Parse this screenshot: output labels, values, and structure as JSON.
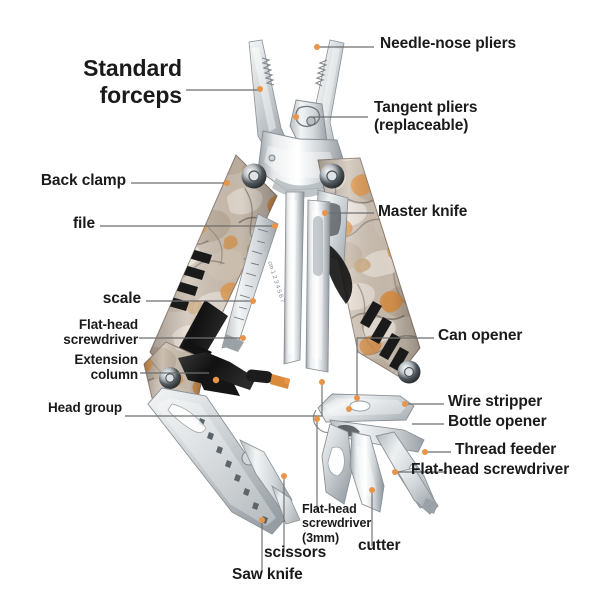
{
  "figure": {
    "title": "Multitool parts diagram",
    "background_color": "#ffffff",
    "label_color": "#1a1a1a",
    "leader_line_color": "#6e6e6e",
    "marker_dot_color": "#e8954a",
    "camo_base_color": "#c9b8a8",
    "camo_accent_color": "#e0913f",
    "steel_light_color": "#e9ecee",
    "steel_mid_color": "#c2c7cb",
    "steel_dark_color": "#8f979d",
    "black_part_color": "#1d1d1d"
  },
  "labels": {
    "standard_forceps": "Standard\nforceps",
    "needle_nose_pliers": "Needle-nose pliers",
    "tangent_pliers": "Tangent pliers\n(replaceable)",
    "back_clamp": "Back clamp",
    "file": "file",
    "master_knife": "Master knife",
    "scale": "scale",
    "flat_head_screwdriver": "Flat-head\nscrewdriver",
    "extension_column": "Extension\ncolumn",
    "head_group": "Head group",
    "can_opener": "Can opener",
    "wire_stripper": "Wire stripper",
    "bottle_opener": "Bottle opener",
    "thread_feeder": "Thread feeder",
    "flat_head_screwdriver_right": "Flat-head screwdriver",
    "flat_head_screwdriver_3mm": "Flat-head\nscrewdriver\n(3mm)",
    "cutter": "cutter",
    "scissors": "scissors",
    "saw_knife": "Saw knife"
  },
  "callout_items": [
    {
      "key": "standard_forceps",
      "text": "Standard\nforceps",
      "size": "big",
      "align": "right"
    },
    {
      "key": "needle_nose_pliers",
      "text": "Needle-nose pliers",
      "size": "mid",
      "align": "left"
    },
    {
      "key": "tangent_pliers",
      "text": "Tangent pliers\n(replaceable)",
      "size": "mid",
      "align": "left"
    },
    {
      "key": "back_clamp",
      "text": "Back clamp",
      "size": "mid",
      "align": "right"
    },
    {
      "key": "file",
      "text": "file",
      "size": "mid",
      "align": "right"
    },
    {
      "key": "master_knife",
      "text": "Master knife",
      "size": "mid",
      "align": "left"
    },
    {
      "key": "scale",
      "text": "scale",
      "size": "mid",
      "align": "right"
    },
    {
      "key": "flat_head_screwdriver",
      "text": "Flat-head\nscrewdriver",
      "size": "sm",
      "align": "right"
    },
    {
      "key": "extension_column",
      "text": "Extension\ncolumn",
      "size": "sm",
      "align": "right"
    },
    {
      "key": "head_group",
      "text": "Head group",
      "size": "sm",
      "align": "right"
    },
    {
      "key": "can_opener",
      "text": "Can opener",
      "size": "mid",
      "align": "left"
    },
    {
      "key": "wire_stripper",
      "text": "Wire stripper",
      "size": "mid",
      "align": "left"
    },
    {
      "key": "bottle_opener",
      "text": "Bottle opener",
      "size": "mid",
      "align": "left"
    },
    {
      "key": "thread_feeder",
      "text": "Thread feeder",
      "size": "mid",
      "align": "left"
    },
    {
      "key": "flat_head_screwdriver_right",
      "text": "Flat-head screwdriver",
      "size": "mid",
      "align": "left"
    },
    {
      "key": "flat_head_screwdriver_3mm",
      "text": "Flat-head\nscrewdriver\n(3mm)",
      "size": "xs",
      "align": "left"
    },
    {
      "key": "cutter",
      "text": "cutter",
      "size": "mid",
      "align": "left"
    },
    {
      "key": "scissors",
      "text": "scissors",
      "size": "mid",
      "align": "left"
    },
    {
      "key": "saw_knife",
      "text": "Saw knife",
      "size": "mid",
      "align": "left"
    }
  ]
}
